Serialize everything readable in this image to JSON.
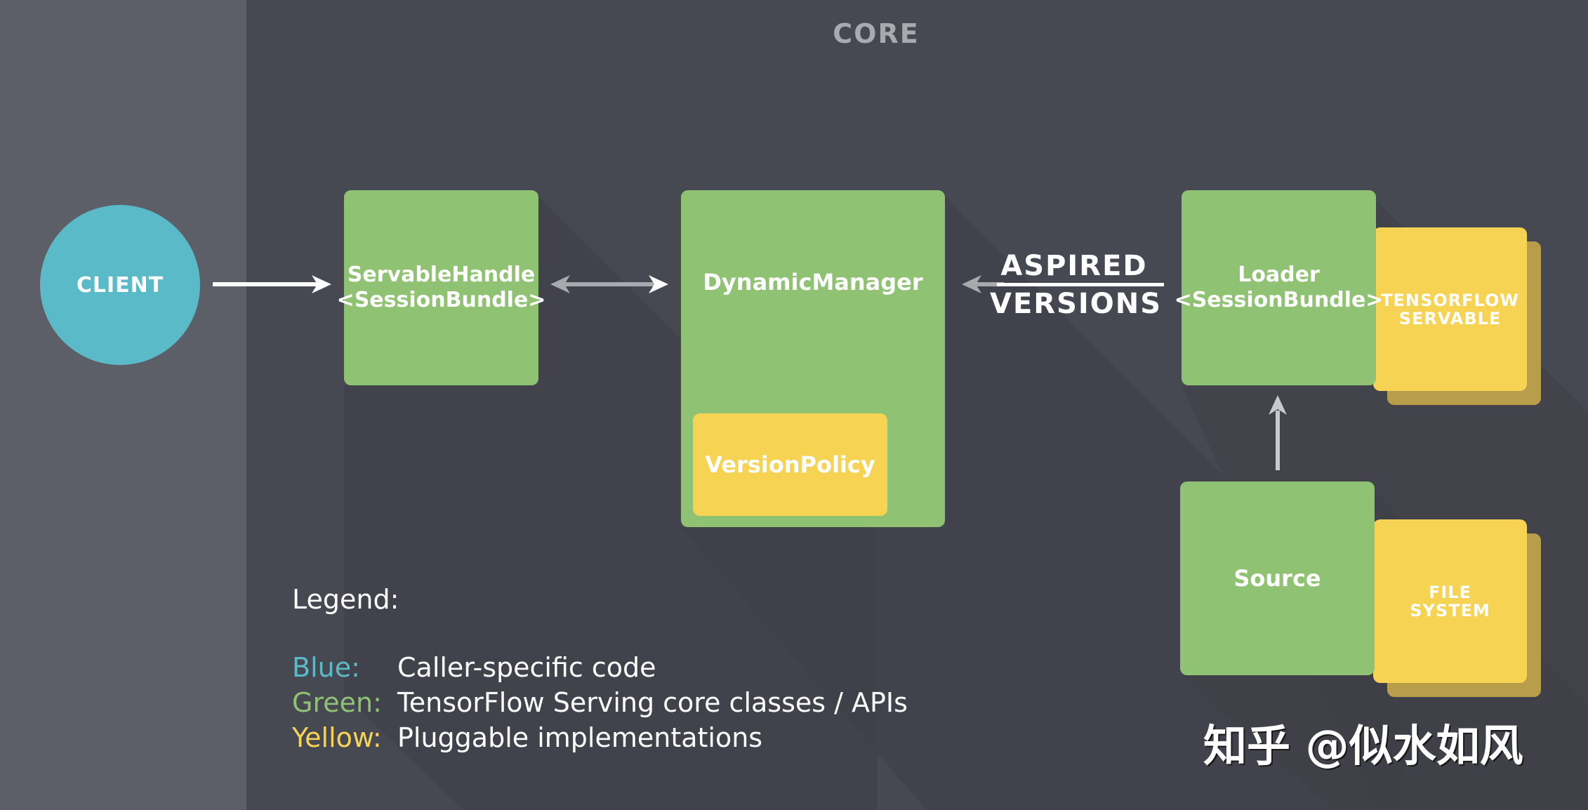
{
  "core": {
    "label": "CORE"
  },
  "nodes": {
    "client": "CLIENT",
    "servable_handle": {
      "line1": "ServableHandle",
      "line2": "<SessionBundle>"
    },
    "dynamic_manager": "DynamicManager",
    "version_policy": "VersionPolicy",
    "loader": {
      "line1": "Loader",
      "line2": "<SessionBundle>"
    },
    "tensorflow_servable": {
      "line1": "TENSORFLOW",
      "line2": "SERVABLE"
    },
    "source": "Source",
    "file_system": {
      "line1": "FILE",
      "line2": "SYSTEM"
    }
  },
  "edge_labels": {
    "aspired_line1": "ASPIRED",
    "aspired_line2": "VERSIONS"
  },
  "legend": {
    "title": "Legend:",
    "items": [
      {
        "key": "Blue:",
        "desc": "Caller-specific code",
        "color": "#5bbac7"
      },
      {
        "key": "Green:",
        "desc": "TensorFlow Serving core classes / APIs",
        "color": "#8fc272"
      },
      {
        "key": "Yellow:",
        "desc": "Pluggable implementations",
        "color": "#f7d354"
      }
    ]
  },
  "watermark": "知乎 @似水如风",
  "colors": {
    "background": "#474952",
    "client_zone": "#5d5f68",
    "blue": "#5bbac7",
    "green": "#8fc272",
    "yellow": "#f7d354",
    "arrow": "#ffffff",
    "arrow_muted": "#a9aab0"
  }
}
